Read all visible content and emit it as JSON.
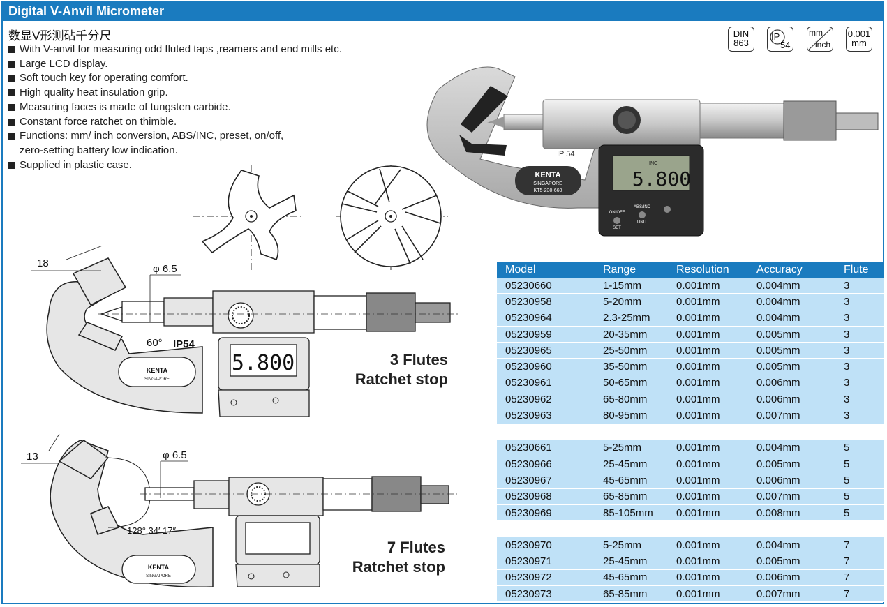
{
  "header": {
    "title": "Digital V-Anvil Micrometer"
  },
  "subtitle_cn": "数显V形测砧千分尺",
  "features": [
    "With V-anvil for measuring odd fluted taps ,reamers and end mills etc.",
    "Large LCD display.",
    "Soft touch key for operating comfort.",
    "High quality heat insulation grip.",
    "Measuring faces is made of tungsten carbide.",
    "Constant force ratchet on thimble.",
    "Functions: mm/ inch conversion, ABS/INC, preset, on/off,",
    "zero-setting battery low indication.",
    "Supplied in plastic case."
  ],
  "badges": [
    {
      "l1": "DIN",
      "l2": "863"
    },
    {
      "l1": "IP",
      "l2": "54"
    },
    {
      "l1": "mm",
      "l2": "inch"
    },
    {
      "l1": "0.001",
      "l2": "mm"
    }
  ],
  "photo": {
    "ip_label": "IP 54",
    "brand": "KENTA",
    "brand_sub": "SINGAPORE",
    "model_label": "KT5-230-660",
    "lcd_small": "INC",
    "lcd_value": "5.800",
    "btn_onoff": "ON/OFF",
    "btn_set": "SET",
    "btn_absinc": "ABS/INC",
    "btn_unit": "UNIT"
  },
  "drawing3": {
    "dim_width": "18",
    "dim_dia": "φ 6.5",
    "angle": "60°",
    "ip": "IP54",
    "lcd": "5.800",
    "brand": "KENTA",
    "brand_sub": "SINGAPORE",
    "caption_line1": "3 Flutes",
    "caption_line2": "Ratchet stop"
  },
  "drawing7": {
    "dim_width": "13",
    "dim_dia": "φ 6.5",
    "angle": "128°  34′  17″",
    "brand": "KENTA",
    "brand_sub": "SINGAPORE",
    "caption_line1": "7 Flutes",
    "caption_line2": "Ratchet stop"
  },
  "table": {
    "headers": [
      "Model",
      "Range",
      "Resolution",
      "Accuracy",
      "Flute"
    ],
    "groups": [
      [
        [
          "05230660",
          "1-15mm",
          "0.001mm",
          "0.004mm",
          "3"
        ],
        [
          "05230958",
          "5-20mm",
          "0.001mm",
          "0.004mm",
          "3"
        ],
        [
          "05230964",
          "2.3-25mm",
          "0.001mm",
          "0.004mm",
          "3"
        ],
        [
          "05230959",
          "20-35mm",
          "0.001mm",
          "0.005mm",
          "3"
        ],
        [
          "05230965",
          "25-50mm",
          "0.001mm",
          "0.005mm",
          "3"
        ],
        [
          "05230960",
          "35-50mm",
          "0.001mm",
          "0.005mm",
          "3"
        ],
        [
          "05230961",
          "50-65mm",
          "0.001mm",
          "0.006mm",
          "3"
        ],
        [
          "05230962",
          "65-80mm",
          "0.001mm",
          "0.006mm",
          "3"
        ],
        [
          "05230963",
          "80-95mm",
          "0.001mm",
          "0.007mm",
          "3"
        ]
      ],
      [
        [
          "05230661",
          "5-25mm",
          "0.001mm",
          "0.004mm",
          "5"
        ],
        [
          "05230966",
          "25-45mm",
          "0.001mm",
          "0.005mm",
          "5"
        ],
        [
          "05230967",
          "45-65mm",
          "0.001mm",
          "0.006mm",
          "5"
        ],
        [
          "05230968",
          "65-85mm",
          "0.001mm",
          "0.007mm",
          "5"
        ],
        [
          "05230969",
          "85-105mm",
          "0.001mm",
          "0.008mm",
          "5"
        ]
      ],
      [
        [
          "05230970",
          "5-25mm",
          "0.001mm",
          "0.004mm",
          "7"
        ],
        [
          "05230971",
          "25-45mm",
          "0.001mm",
          "0.005mm",
          "7"
        ],
        [
          "05230972",
          "45-65mm",
          "0.001mm",
          "0.006mm",
          "7"
        ],
        [
          "05230973",
          "65-85mm",
          "0.001mm",
          "0.007mm",
          "7"
        ]
      ]
    ]
  },
  "colors": {
    "accent": "#1a7bbf",
    "row_fill": "#bfe1f7"
  }
}
